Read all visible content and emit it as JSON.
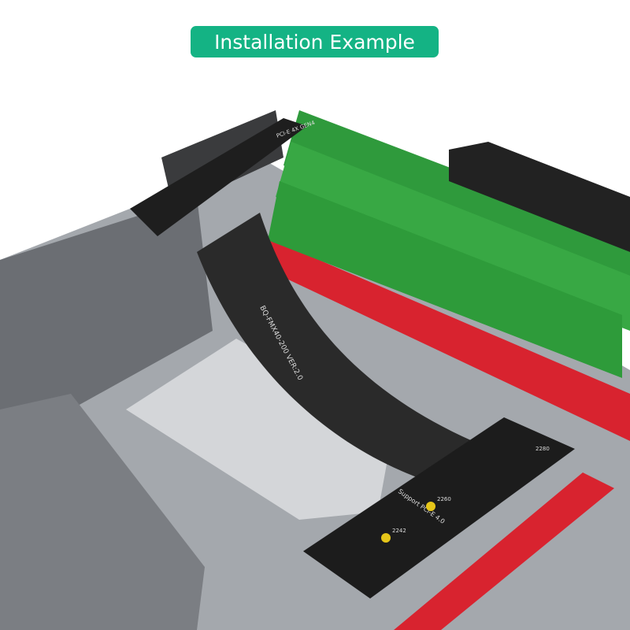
{
  "header": {
    "title": "Installation Example",
    "badge_color": "#14b384"
  },
  "scene": {
    "cable_label": "BQ-FMX40-200 VER:2.0",
    "m2_card_label": "Support PCI-E 4.0",
    "m2_sizes": [
      "2242",
      "2260",
      "2280"
    ],
    "riser_label": "PCI-E 4X GEN4",
    "colors": {
      "board": "#9a9ea3",
      "ram": "#2f9a3c",
      "slot": "#d8232f",
      "cable": "#2a2a2a"
    }
  }
}
